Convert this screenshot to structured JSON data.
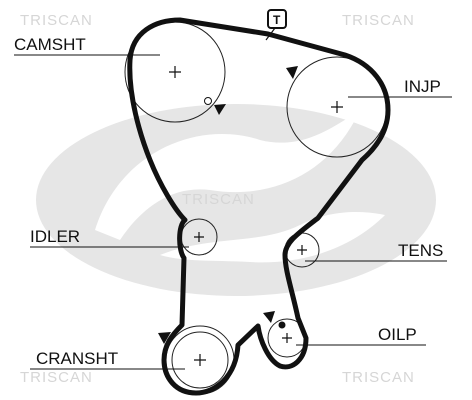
{
  "watermark": "TRISCAN",
  "labels": {
    "camshaft": "CAMSHT",
    "injection_pump": "INJP",
    "idler": "IDLER",
    "tensioner": "TENS",
    "oil_pump": "OILP",
    "crankshaft": "CRANSHT"
  },
  "timing_mark": "T",
  "colors": {
    "belt": "#111111",
    "pulley": "#222222",
    "watermark": "#d6d6d6",
    "logo": "#e3e3e3"
  }
}
